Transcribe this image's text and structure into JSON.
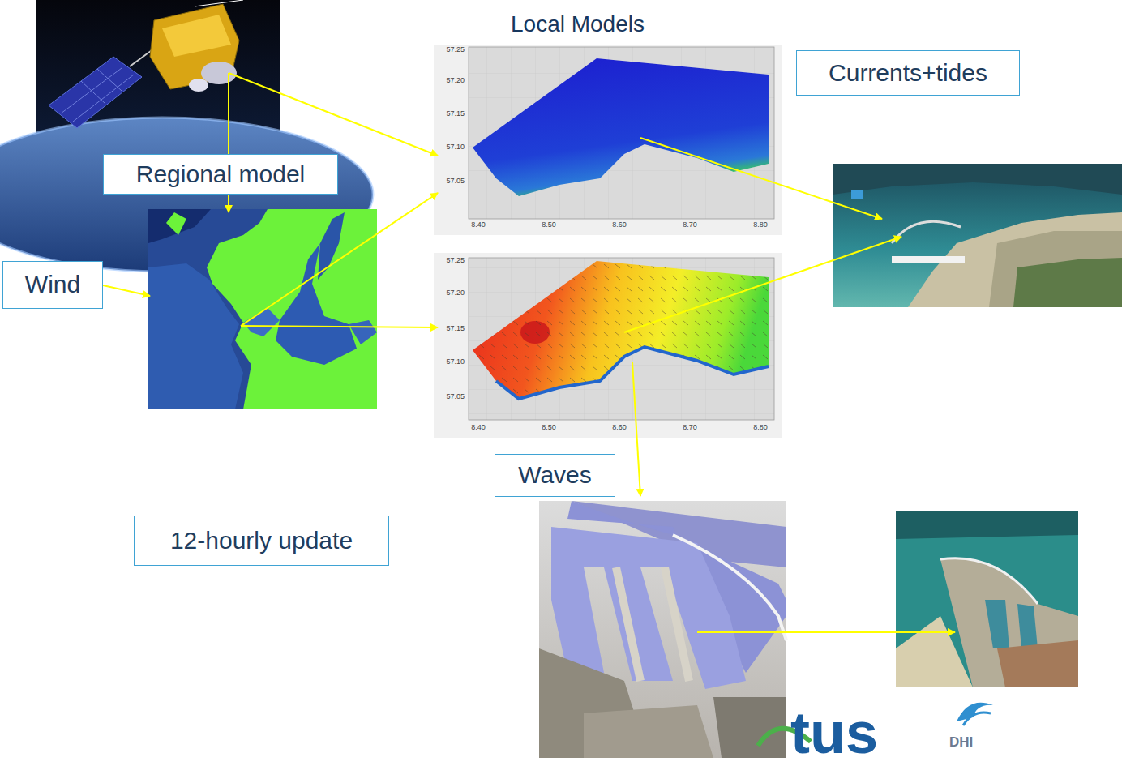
{
  "diagram": {
    "nodes": [
      {
        "text": [
          "Currents+tides"
        ]
      },
      {
        "text": [
          "Regional model"
        ]
      },
      {
        "text": [
          "Wind"
        ]
      },
      {
        "text": [
          "Waves"
        ]
      },
      {
        "text": [
          "12-hourly update"
        ]
      }
    ],
    "labels": [
      "Local Models",
      "57.25",
      "57.20",
      "57.15",
      "57.10",
      "57.05",
      "8.40",
      "8.50",
      "8.60",
      "8.70",
      "8.80",
      "57.25",
      "57.20",
      "57.15",
      "57.10",
      "57.05",
      "8.40",
      "8.50",
      "8.60",
      "8.70",
      "8.80",
      "tus",
      "DHI"
    ]
  }
}
